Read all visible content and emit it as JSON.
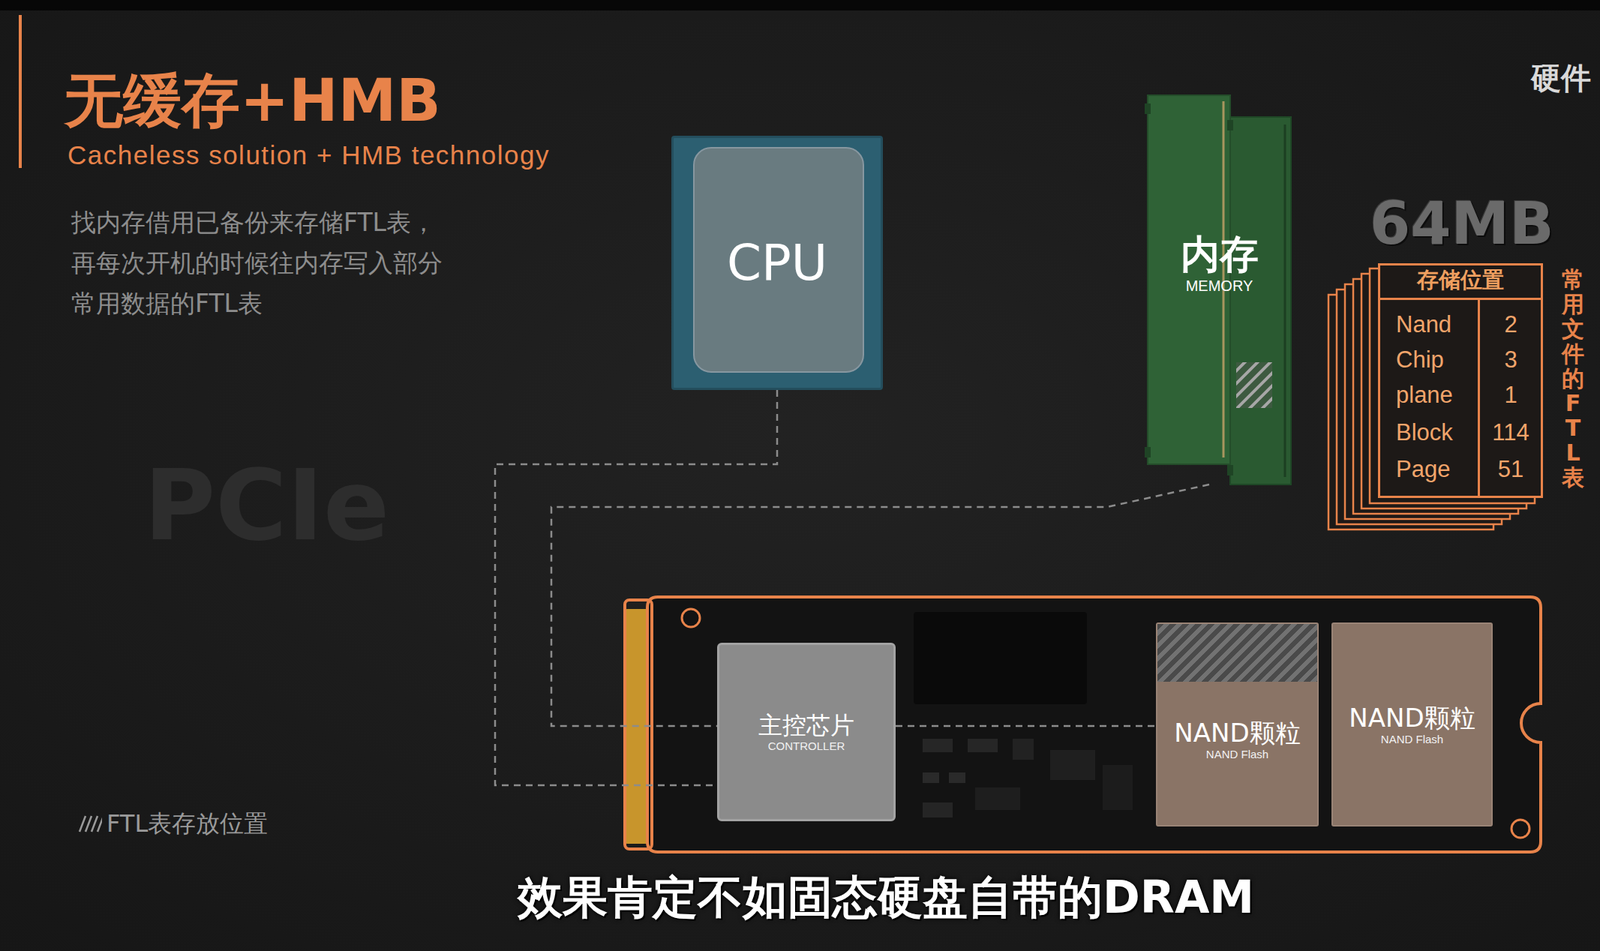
{
  "diagram": {
    "title": "无缓存+HMB",
    "caption": "效果肯定不如固态硬盘自带的DRAM",
    "nodes": [
      {
        "text": [
          "CPU"
        ]
      },
      {
        "text": [
          "内存",
          "MEMORY"
        ]
      },
      {
        "text": [
          "存储位置"
        ]
      },
      {
        "text": [
          "主控芯片",
          "CONTROLLER"
        ]
      },
      {
        "text": [
          "NAND颗粒",
          "NAND Flash"
        ]
      },
      {
        "text": [
          "NAND颗粒",
          "NAND Flash"
        ]
      }
    ],
    "edges": [
      {
        "from": 0,
        "to": 3,
        "arrow": "none"
      },
      {
        "from": 1,
        "to": 3,
        "arrow": "none"
      },
      {
        "from": 3,
        "to": 4,
        "arrow": "none"
      }
    ],
    "labels": [
      "Cacheless solution + HMB technology",
      "找内存借用已备份来存储FTL表， 再每次开机的时候往内存写入部分 常用数据的FTL表",
      "硬件",
      "64MB",
      "Nand",
      "2",
      "Chip",
      "3",
      "plane",
      "1",
      "Block",
      "114",
      "Page",
      "51",
      "常用文件的FTL表",
      "PCIe"
    ],
    "legend": [
      {
        "text": "FTL表存放位置"
      }
    ]
  }
}
